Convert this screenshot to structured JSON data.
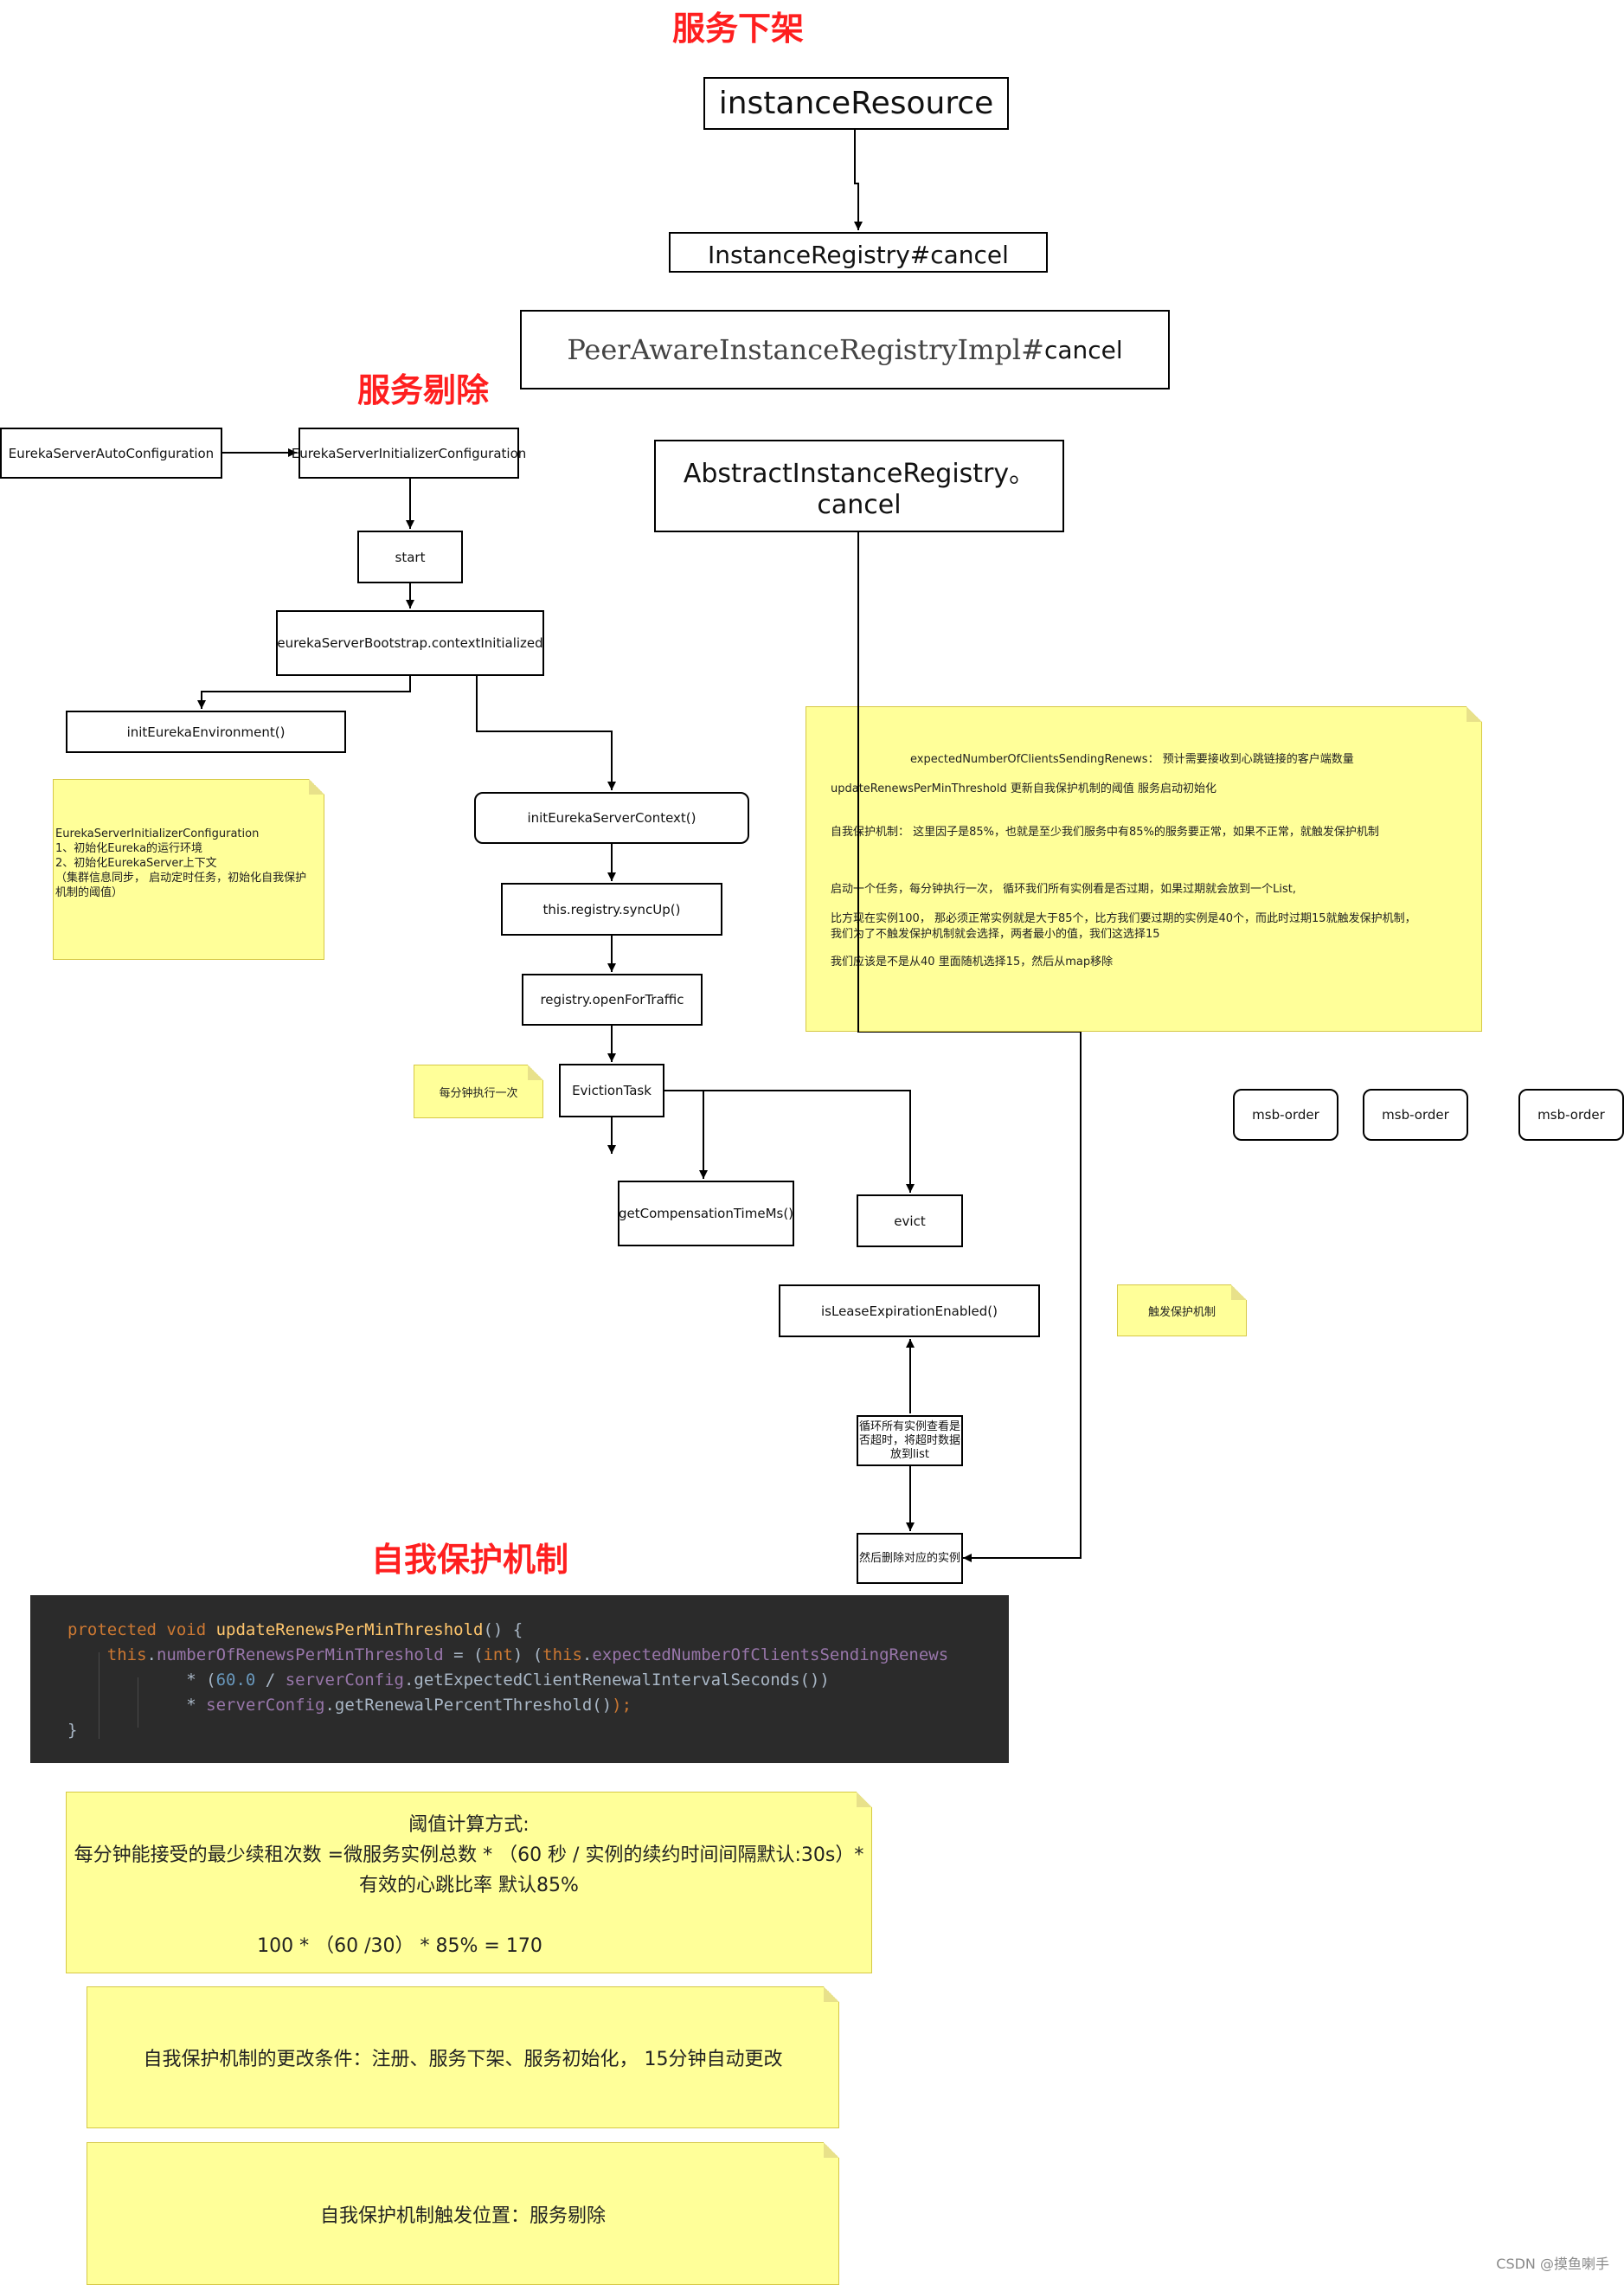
{
  "headings": {
    "offline": "服务下架",
    "eviction": "服务剔除",
    "self_protection": "自我保护机制"
  },
  "nodes": {
    "instance_resource": "instanceResource",
    "instance_registry_cancel": "InstanceRegistry#cancel",
    "peer_aware_cancel_a": "PeerAwareInstanceRegistryImpl#",
    "peer_aware_cancel_b": "cancel",
    "abstract_cancel": "AbstractInstanceRegistry。cancel",
    "auto_config": "EurekaServerAutoConfiguration",
    "initializer_config": "EurekaServerInitializerConfiguration",
    "start": "start",
    "context_initialized": "eurekaServerBootstrap.contextInitialized",
    "init_environment": "initEurekaEnvironment()",
    "init_server_context": "initEurekaServerContext()",
    "sync_up": "this.registry.syncUp()",
    "open_for_traffic": "registry.openForTraffic",
    "eviction_task": "EvictionTask",
    "compensation_time": "getCompensationTimeMs()",
    "evict": "evict",
    "lease_expiration": "isLeaseExpirationEnabled()",
    "loop_instances": "循环所有实例查看是否超时，将超时数据放到list",
    "remove_instances": "然后删除对应的实例",
    "msb_order_1": "msb-order",
    "msb_order_2": "msb-order",
    "msb_order_3": "msb-order"
  },
  "notes": {
    "initializer_note": [
      "EurekaServerInitializerConfiguration",
      "1、初始化Eureka的运行环境",
      "2、初始化EurekaServer上下文",
      "（集群信息同步，  启动定时任务，初始化自我保护",
      "机制的阈值）"
    ],
    "every_minute": "每分钟执行一次",
    "trigger_protection": "触发保护机制",
    "big_note": [
      "expectedNumberOfClientsSendingRenews：  预计需要接收到心跳链接的客户端数量",
      "updateRenewsPerMinThreshold 更新自我保护机制的阈值  服务启动初始化",
      "自我保护机制：  这里因子是85%，也就是至少我们服务中有85%的服务要正常，如果不正常，就触发保护机制",
      "启动一个任务，每分钟执行一次，  循环我们所有实例看是否过期，如果过期就会放到一个List,",
      "比方现在实例100，  那必须正常实例就是大于85个，比方我们要过期的实例是40个，而此时过期15就触发保护机制，",
      "我们为了不触发保护机制就会选择，两者最小的值，我们这选择15",
      "我们应该是不是从40 里面随机选择15，然后从map移除"
    ],
    "threshold": [
      "阈值计算方式:",
      "每分钟能接受的最少续租次数 =微服务实例总数 *  （60 秒 / 实例的续约时间间隔默认:30s）*",
      "有效的心跳比率 默认85%",
      "100 *  （60 /30）  * 85% = 170"
    ],
    "change_conditions": "自我保护机制的更改条件：注册、服务下架、服务初始化，   15分钟自动更改",
    "trigger_location": "自我保护机制触发位置：服务剔除"
  },
  "code": {
    "l1_kw": "protected void ",
    "l1_fn": "updateRenewsPerMinThreshold",
    "l1_rest": "() {",
    "l2_indent": "    ",
    "l2_this": "this",
    "l2_dot": ".",
    "l2_field": "numberOfRenewsPerMinThreshold",
    "l2_eq": " = (",
    "l2_int": "int",
    "l2_close": ") (",
    "l2_this2": "this",
    "l2_dot2": ".",
    "l2_field2": "expectedNumberOfClientsSendingRenews",
    "l3_indent": "            * (",
    "l3_num": "60.0",
    "l3_div": " / ",
    "l3_cfg": "serverConfig",
    "l3_rest": ".getExpectedClientRenewalIntervalSeconds())",
    "l4_indent": "            * ",
    "l4_cfg": "serverConfig",
    "l4_rest": ".getRenewalPercentThreshold()",
    "l4_end": ");",
    "l5": "}"
  },
  "watermark": "CSDN @摸鱼喇手"
}
